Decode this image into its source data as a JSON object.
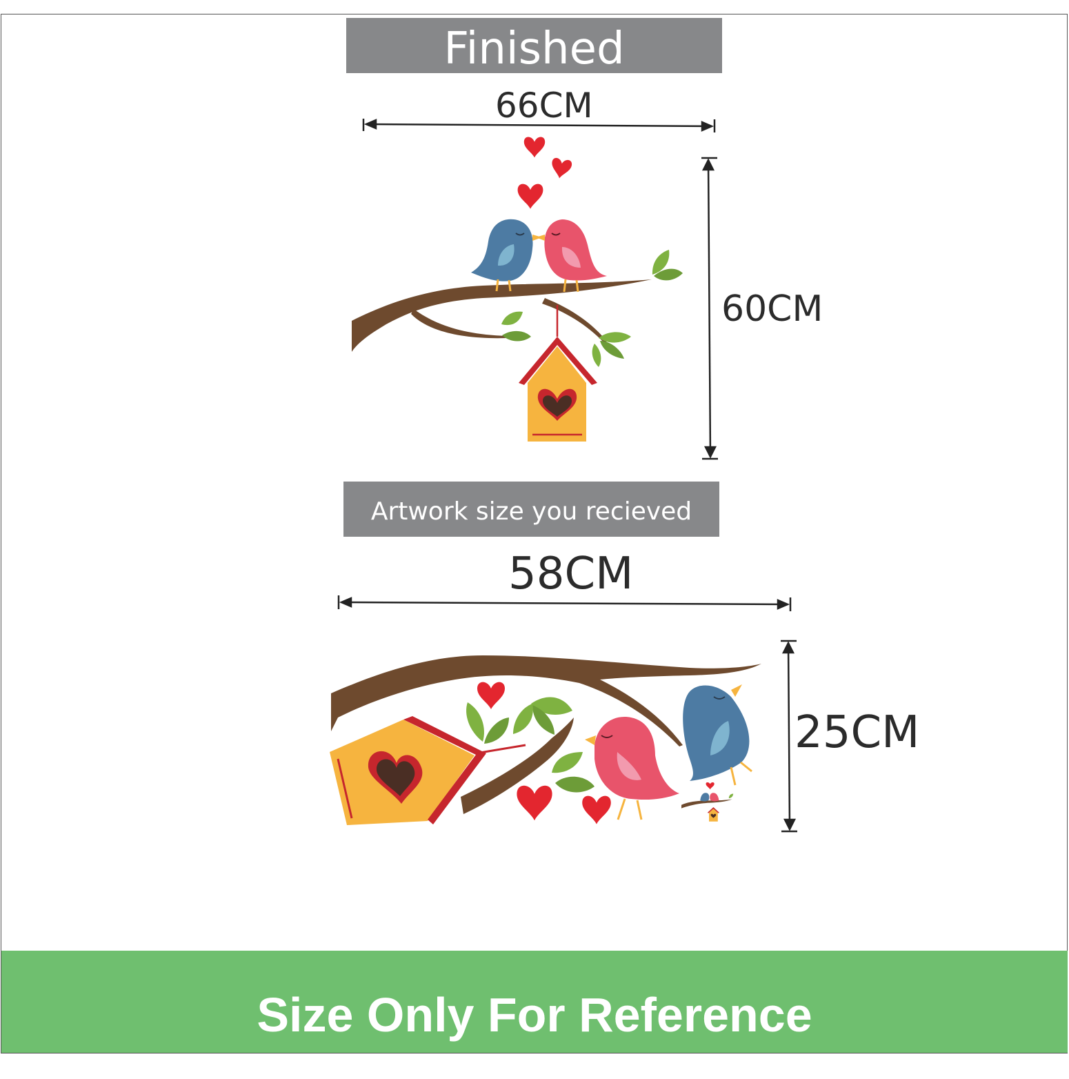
{
  "banners": {
    "finished": "Finished",
    "received": "Artwork size you recieved"
  },
  "dimensions": {
    "finished_width": "66CM",
    "finished_height": "60CM",
    "received_width": "58CM",
    "received_height": "25CM"
  },
  "footer": {
    "text": "Size Only For Reference"
  },
  "colors": {
    "banner_grey": "#87888a",
    "footer_green": "#6fbf6f",
    "branch_brown": "#6e4a2e",
    "bird_blue": "#4d7ba3",
    "bird_pink": "#e8546b",
    "leaf_green": "#7fb241",
    "house_yellow": "#f6b43f",
    "heart_red": "#e3262f"
  }
}
